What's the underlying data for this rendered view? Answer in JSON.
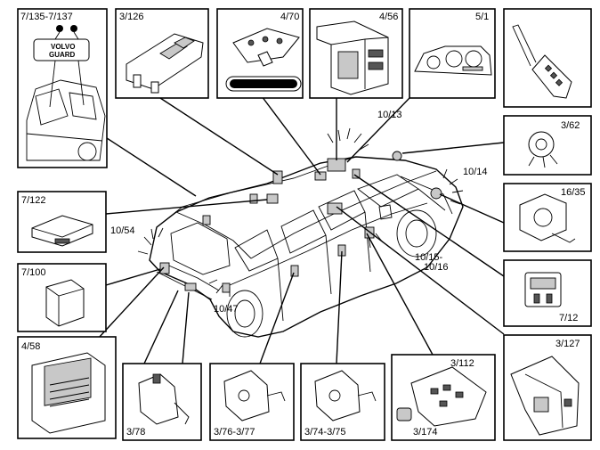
{
  "labels": {
    "security_kit_ref": "7/135-7/137",
    "guard_line1": "VOLVO",
    "guard_line2": "GUARD",
    "window_switch": "3/126",
    "interior_light": "4/70",
    "central_electronic_module": "4/56",
    "instrument_cluster": "5/1",
    "remote_key": "",
    "sensor_3_62": "3/62",
    "siren_16_35": "16/35",
    "switch_7_12": "7/12",
    "door_module_3_127": "3/127",
    "module_7_122": "7/122",
    "module_7_100": "7/100",
    "fuse_box_4_58": "4/58",
    "tailgate_lock_3_78": "3/78",
    "rear_door_lock": "3/76-3/77",
    "front_door_lock": "3/74-3/75",
    "driver_door_module": "3/112",
    "driver_door_module_sub": "3/174",
    "flash_10_13": "10/13",
    "flash_10_14": "10/14",
    "flash_10_54": "10/54",
    "flash_10_47": "10/47",
    "flash_10_15_a": "10/15-",
    "flash_10_15_b": "10/16"
  }
}
